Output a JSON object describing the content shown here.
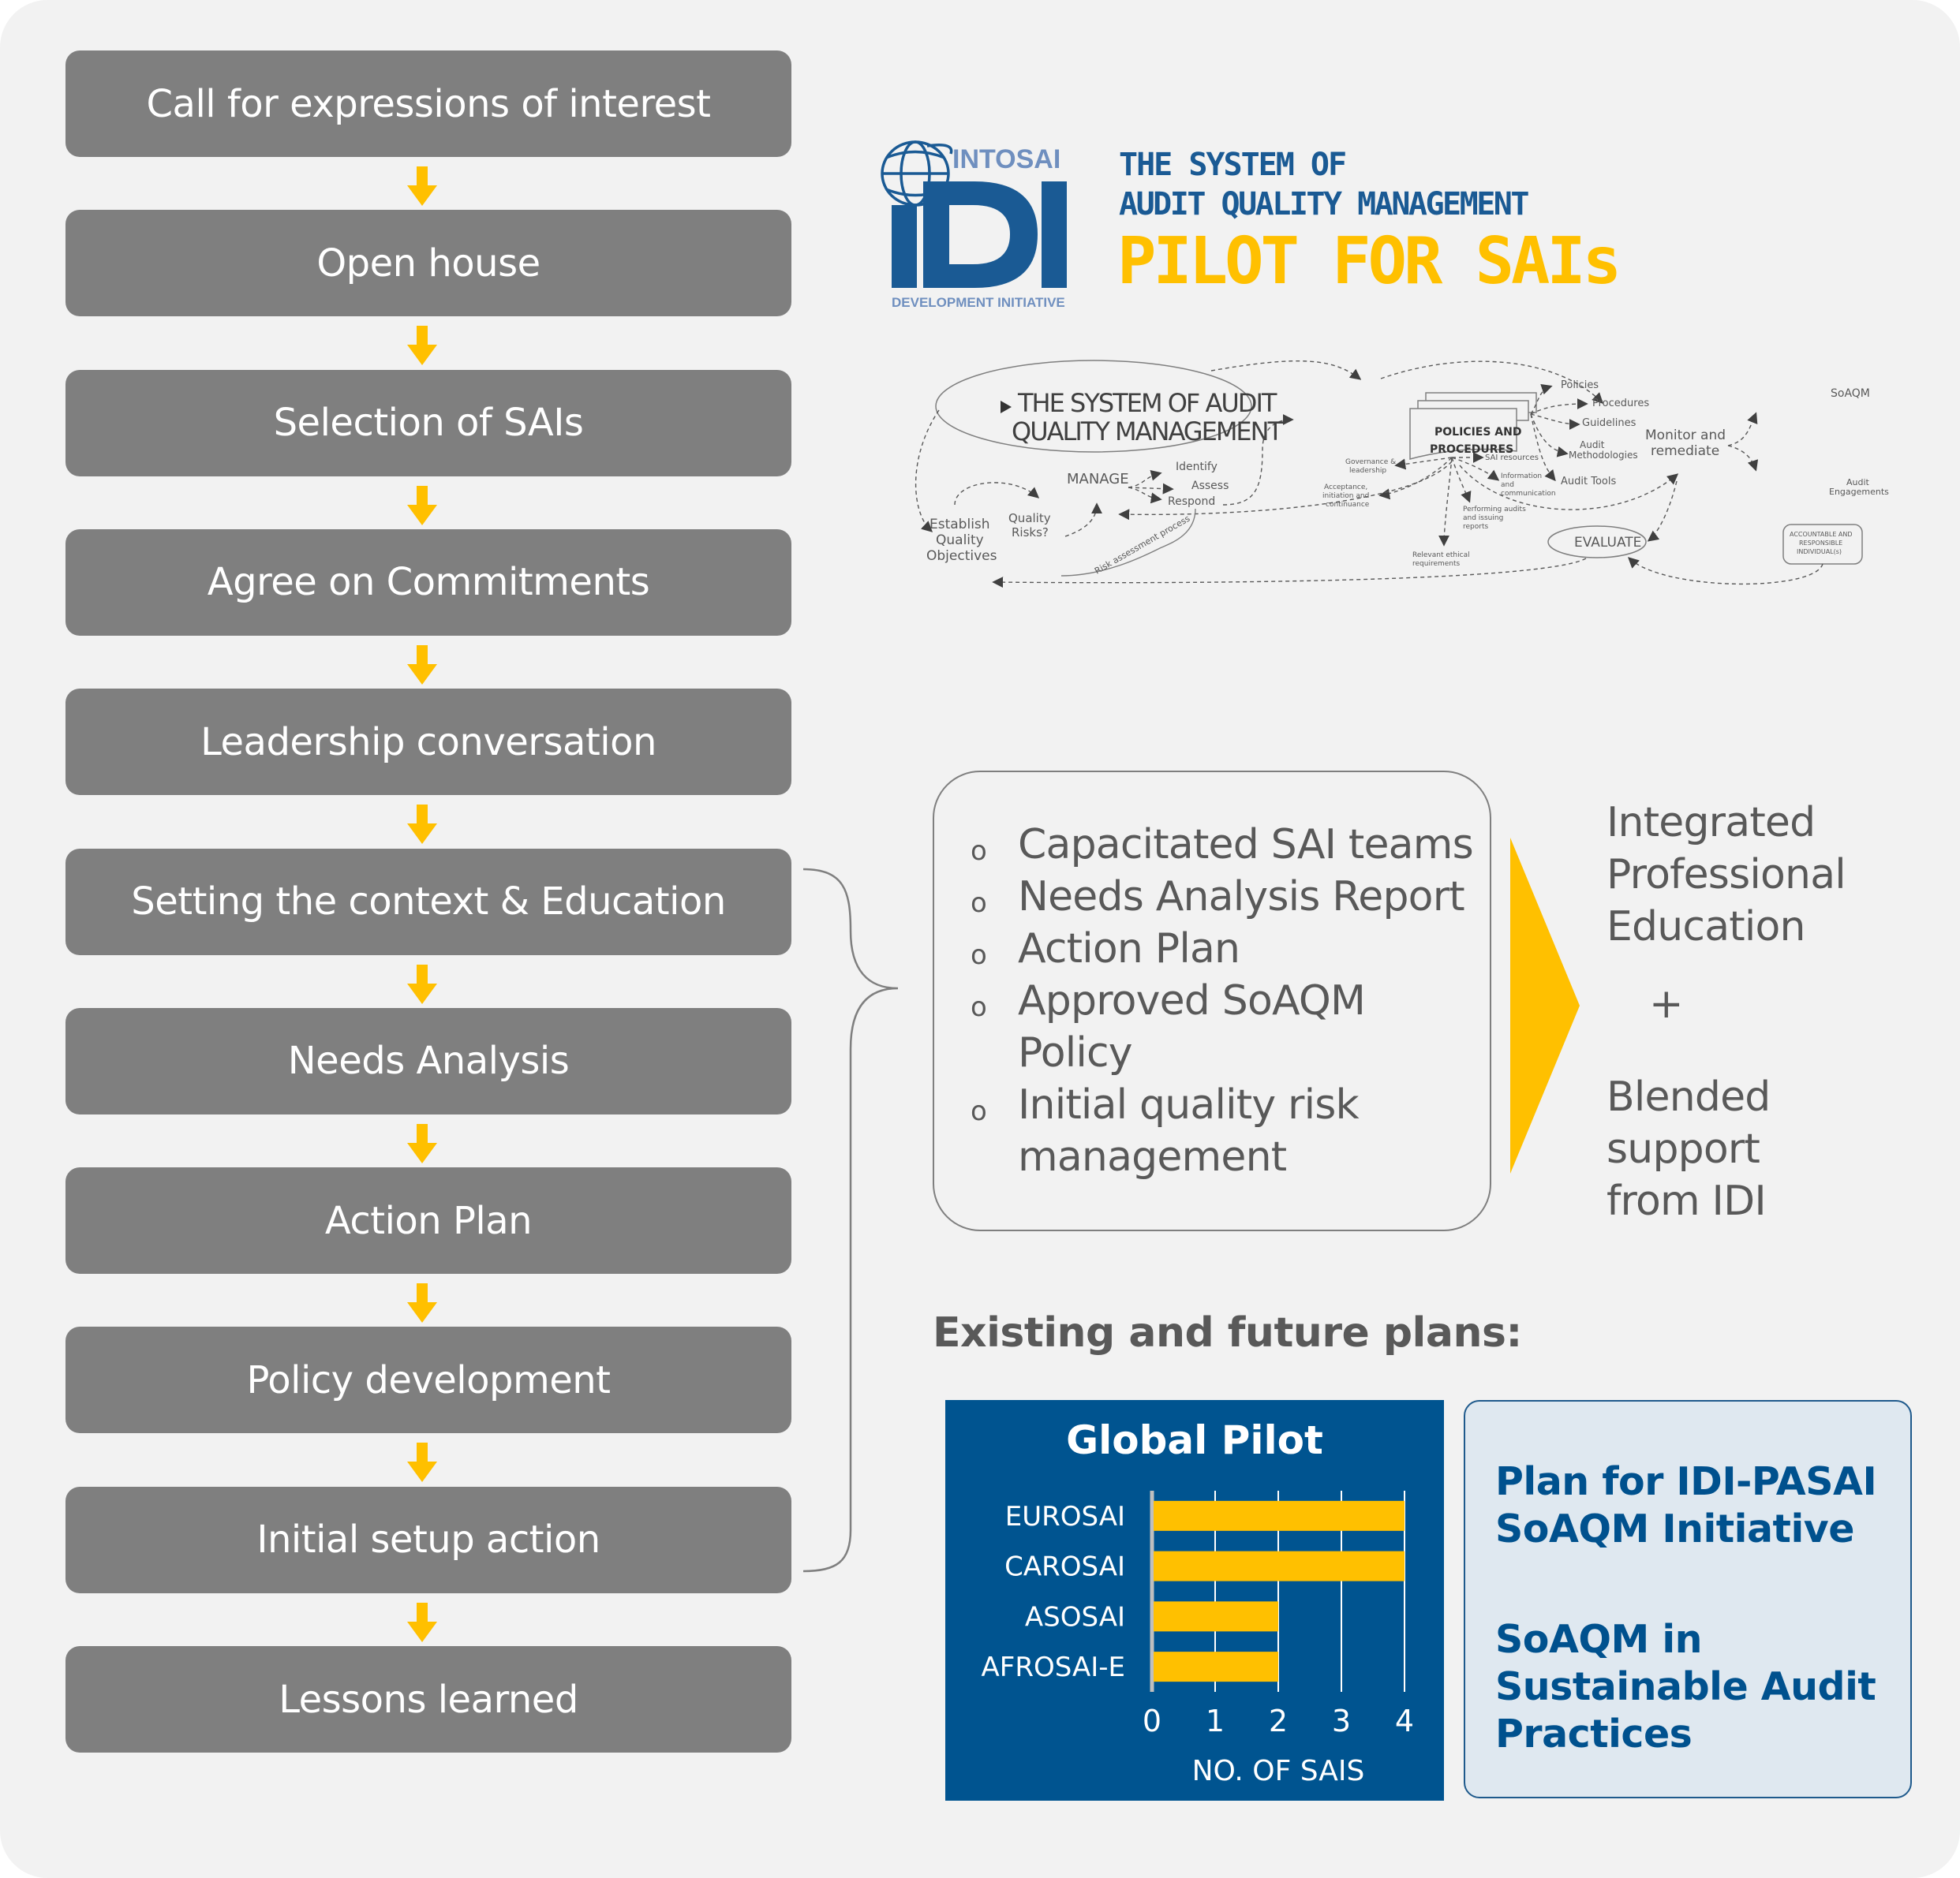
{
  "steps": [
    "Call for expressions of interest",
    "Open house",
    "Selection of SAIs",
    "Agree on Commitments",
    "Leadership conversation",
    "Setting the context & Education",
    "Needs Analysis",
    "Action Plan",
    "Policy development",
    "Initial setup action",
    "Lessons learned"
  ],
  "logo": {
    "top_text": "INTOSAI",
    "main_text": "IDI",
    "bottom_text": "DEVELOPMENT INITIATIVE"
  },
  "header": {
    "line1": "THE SYSTEM OF",
    "line2": "AUDIT QUALITY MANAGEMENT",
    "line3": "PILOT FOR SAIs"
  },
  "diagram": {
    "title_line1": "THE SYSTEM OF AUDIT",
    "title_line2": "QUALITY MANAGEMENT",
    "establish": [
      "Establish",
      "Quality",
      "Objectives"
    ],
    "quality_risks": [
      "Quality",
      "Risks?"
    ],
    "manage": "MANAGE",
    "identify": "Identify",
    "assess": "Assess",
    "respond": "Respond",
    "risk_process": "Risk assessment process",
    "policies_box": [
      "POLICIES AND",
      "PROCEDURES"
    ],
    "governance": [
      "Governance &",
      "leadership"
    ],
    "acceptance": [
      "Acceptance,",
      "initiation and",
      "continuance"
    ],
    "relevant": [
      "Relevant ethical",
      "requirements"
    ],
    "performing": [
      "Performing audits",
      "and issuing",
      "reports"
    ],
    "sai_resources": "SAI resources",
    "information": [
      "Information",
      "and",
      "communication"
    ],
    "policies": "Policies",
    "procedures": "Procedures",
    "guidelines": "Guidelines",
    "methodologies": [
      "Audit",
      "Methodologies"
    ],
    "audit_tools": "Audit Tools",
    "monitor": [
      "Monitor and",
      "remediate"
    ],
    "soaqm": "SoAQM",
    "engagements": [
      "Audit",
      "Engagements"
    ],
    "evaluate": "EVALUATE",
    "accountable": [
      "ACCOUNTABLE AND",
      "RESPONSIBLE",
      "INDIVIDUAL(s)"
    ]
  },
  "outcomes": {
    "bullet": "o",
    "items": [
      [
        "Capacitated SAI teams"
      ],
      [
        "Needs Analysis Report"
      ],
      [
        "Action Plan"
      ],
      [
        "Approved SoAQM",
        "Policy"
      ],
      [
        "Initial quality risk",
        "management"
      ]
    ]
  },
  "results": {
    "part1": [
      "Integrated",
      "Professional",
      "Education"
    ],
    "plus": "+",
    "part2": [
      "Blended",
      "support",
      "from IDI"
    ]
  },
  "plans_heading": "Existing and future plans:",
  "chart_data": {
    "type": "bar",
    "orientation": "horizontal",
    "title": "Global Pilot",
    "categories": [
      "EUROSAI",
      "CAROSAI",
      "ASOSAI",
      "AFROSAI-E"
    ],
    "values": [
      4,
      4,
      2,
      2
    ],
    "xlabel": "NO. OF SAIS",
    "ylabel": "",
    "xlim": [
      0,
      4
    ],
    "xticks": [
      "0",
      "1",
      "2",
      "3",
      "4"
    ],
    "grid": true,
    "bar_color": "#ffc000",
    "background": "#005490"
  },
  "plan_box": {
    "block1": [
      "Plan for IDI-PASAI",
      "SoAQM Initiative"
    ],
    "block2": [
      "SoAQM in",
      "Sustainable Audit",
      "Practices"
    ]
  },
  "colors": {
    "step_fill": "#7f7f7f",
    "accent_yellow": "#ffc000",
    "brand_blue": "#005490",
    "text_gray": "#595959"
  }
}
